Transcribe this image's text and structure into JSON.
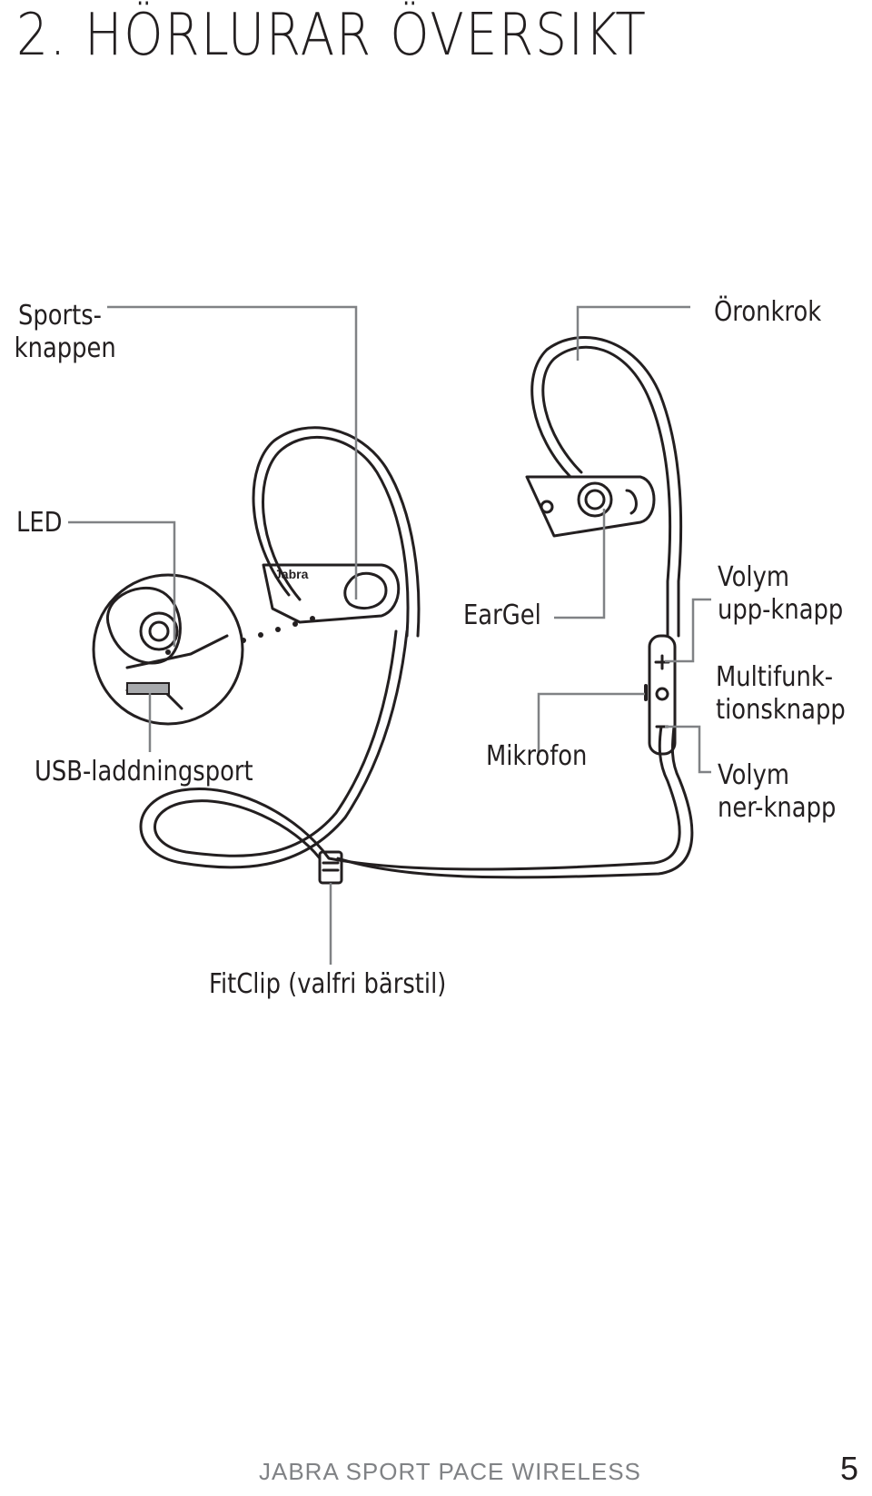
{
  "page": {
    "title": "2. HÖRLURAR ÖVERSIKT",
    "footer": "JABRA SPORT PACE WIRELESS",
    "page_number": "5"
  },
  "labels": {
    "sports_button_line1": "Sports-",
    "sports_button_line2": "knappen",
    "ear_hook": "Öronkrok",
    "led": "LED",
    "eargel": "EarGel",
    "volume_up_line1": "Volym",
    "volume_up_line2": "upp-knapp",
    "multi_line1": "Multifunk-",
    "multi_line2": "tionsknapp",
    "usb": "USB-laddningsport",
    "microphone": "Mikrofon",
    "volume_down_line1": "Volym",
    "volume_down_line2": "ner-knapp",
    "fitclip": "FitClip (valfri bärstil)"
  },
  "illustration": {
    "brand_mark": "Jabra",
    "line_color": "#231f20",
    "callout_color": "#808285"
  }
}
